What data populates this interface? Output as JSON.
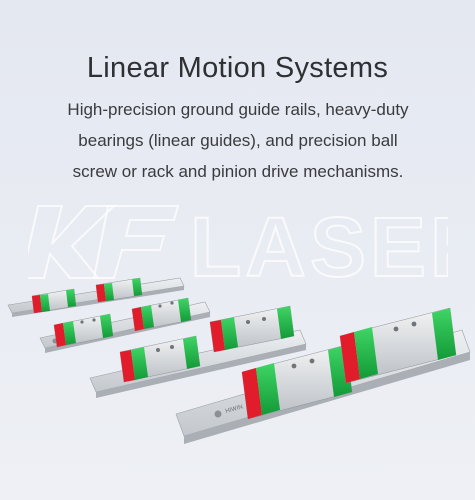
{
  "heading": "Linear Motion Systems",
  "description": [
    "High-precision ground guide rails, heavy-duty",
    "bearings (linear guides), and precision ball",
    "screw or rack and pinion drive mechanisms."
  ],
  "watermark_text": "KF LASER",
  "rail_marking": "HIWIN",
  "colors": {
    "block_green": "#1fb84a",
    "end_seal_red": "#e21d2b",
    "rail_metal": "#c7cbd0",
    "block_body": "#d9dde0"
  }
}
